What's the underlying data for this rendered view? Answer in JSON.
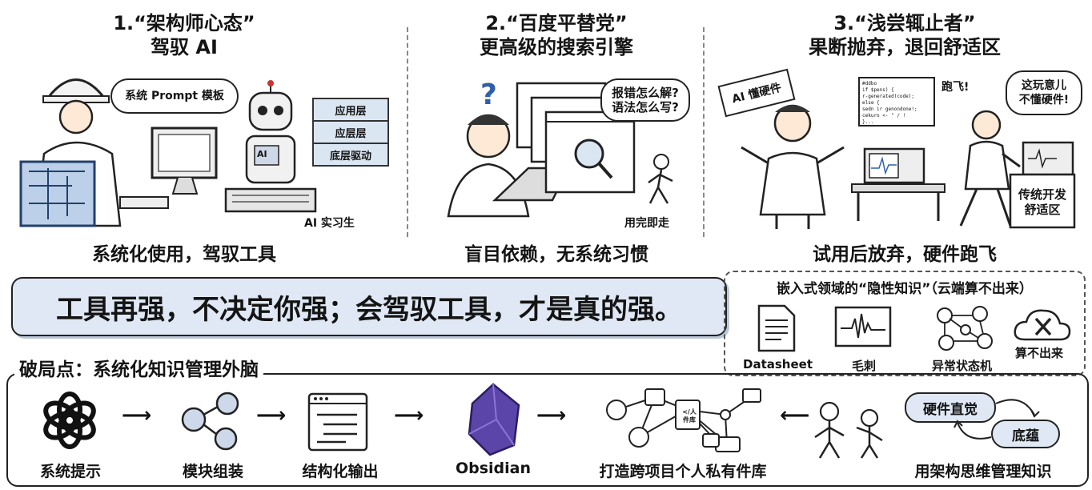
{
  "panels": [
    {
      "title_line1": "1.“架构师心态”",
      "title_line2": "驾驭 AI",
      "caption": "系统化使用，驾驭工具",
      "bubble": "系统 Prompt 模板",
      "stack": [
        "应用层",
        "应层层",
        "底层驱动"
      ],
      "robot_chest": "AI",
      "robot_label": "AI 实习生"
    },
    {
      "title_line1": "2.“百度平替党”",
      "title_line2": "更高级的搜索引擎",
      "caption": "盲目依赖，无系统习惯",
      "bubble_line1": "报错怎么解?",
      "bubble_line2": "语法怎么写?",
      "walker_label": "用完即走"
    },
    {
      "title_line1": "3.“浅尝辄止者”",
      "title_line2": "果断抛弃，退回舒适区",
      "caption": "试用后放弃，硬件跑飞",
      "sign": "AI 懂硬件",
      "run_text": "跑飞!",
      "bubble_line1": "这玩意儿",
      "bubble_line2": "不懂硬件!",
      "code_lines": [
        "#ddbo",
        "if $pens) {",
        "  r-generated(code);",
        "else {",
        "  sedn ir genondone!;",
        "  cekuro <- \" / !",
        "}..."
      ],
      "door_line1": "传统开发",
      "door_line2": "舒适区"
    }
  ],
  "slogan": "工具再强，不决定你强；会驾驭工具，才是真的强。",
  "tacit": {
    "title": "嵌入式领域的“隐性知识”（云端算不出来）",
    "items": [
      "Datasheet",
      "毛刺",
      "异常状态机",
      "算不出来"
    ]
  },
  "bottom": {
    "title": "破局点：系统化知识管理外脑",
    "steps": [
      "系统提示",
      "模块组装",
      "结构化输出",
      "Obsidian",
      "打造跨项目个人私有件库",
      "用架构思维管理知识"
    ],
    "lib_label_1": "</人",
    "lib_label_2": "件库",
    "cycle": [
      "硬件直觉",
      "底蕴"
    ]
  },
  "colors": {
    "accent_blue": "#dfe8f4",
    "obsidian_purple": "#5b45a8",
    "outline": "#222222"
  }
}
